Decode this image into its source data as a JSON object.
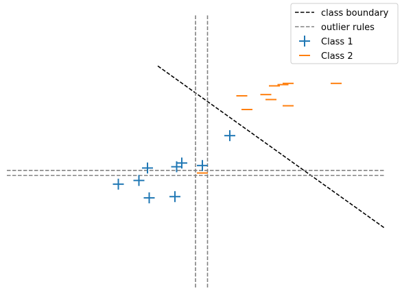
{
  "chart_data": {
    "type": "scatter",
    "title": "",
    "xlabel": "",
    "ylabel": "",
    "axes_visible": false,
    "grid": false,
    "xlim": [
      -0.5,
      10.5
    ],
    "ylim": [
      -0.5,
      10.5
    ],
    "legend": {
      "placement": "top-right",
      "entries": [
        {
          "label": "class boundary",
          "style": "dashed-line",
          "color": "#000000"
        },
        {
          "label": "outlier rules",
          "style": "dashed-line",
          "color": "#808080"
        },
        {
          "label": "Class 1",
          "style": "plus-marker",
          "color": "#1f77b4"
        },
        {
          "label": "Class 2",
          "style": "dash-marker",
          "color": "#ff7f0e"
        }
      ]
    },
    "series": [
      {
        "name": "Class 1",
        "marker": "+",
        "color": "#1f77b4",
        "points": [
          {
            "x": 6.0,
            "y": 5.6
          },
          {
            "x": 4.6,
            "y": 4.5
          },
          {
            "x": 4.45,
            "y": 4.35
          },
          {
            "x": 3.6,
            "y": 4.3
          },
          {
            "x": 5.2,
            "y": 4.4
          },
          {
            "x": 3.35,
            "y": 3.8
          },
          {
            "x": 2.75,
            "y": 3.65
          },
          {
            "x": 3.65,
            "y": 3.1
          },
          {
            "x": 4.4,
            "y": 3.15
          }
        ]
      },
      {
        "name": "Class 2",
        "marker": "_",
        "color": "#ff7f0e",
        "points": [
          {
            "x": 6.35,
            "y": 7.2
          },
          {
            "x": 7.05,
            "y": 7.25
          },
          {
            "x": 7.3,
            "y": 7.6
          },
          {
            "x": 7.55,
            "y": 7.65
          },
          {
            "x": 7.7,
            "y": 7.7
          },
          {
            "x": 9.1,
            "y": 7.7
          },
          {
            "x": 7.2,
            "y": 7.05
          },
          {
            "x": 7.7,
            "y": 6.8
          },
          {
            "x": 6.5,
            "y": 6.65
          },
          {
            "x": 5.2,
            "y": 4.1
          }
        ]
      }
    ],
    "lines": [
      {
        "name": "class boundary",
        "color": "#000000",
        "dash": "dashed",
        "points": [
          {
            "x": 3.9,
            "y": 8.4
          },
          {
            "x": 10.5,
            "y": 1.9
          }
        ]
      },
      {
        "name": "outlier rules",
        "color": "#808080",
        "dash": "dashed",
        "points": [
          {
            "x": 5.0,
            "y": -0.5
          },
          {
            "x": 5.0,
            "y": 10.5
          }
        ]
      },
      {
        "name": "outlier rules",
        "color": "#808080",
        "dash": "dashed",
        "points": [
          {
            "x": 5.35,
            "y": -0.5
          },
          {
            "x": 5.35,
            "y": 10.5
          }
        ]
      },
      {
        "name": "outlier rules",
        "color": "#808080",
        "dash": "dashed",
        "points": [
          {
            "x": -0.5,
            "y": 4.2
          },
          {
            "x": 10.5,
            "y": 4.2
          }
        ]
      },
      {
        "name": "outlier rules",
        "color": "#808080",
        "dash": "dashed",
        "points": [
          {
            "x": -0.5,
            "y": 4.0
          },
          {
            "x": 10.5,
            "y": 4.0
          }
        ]
      }
    ]
  }
}
